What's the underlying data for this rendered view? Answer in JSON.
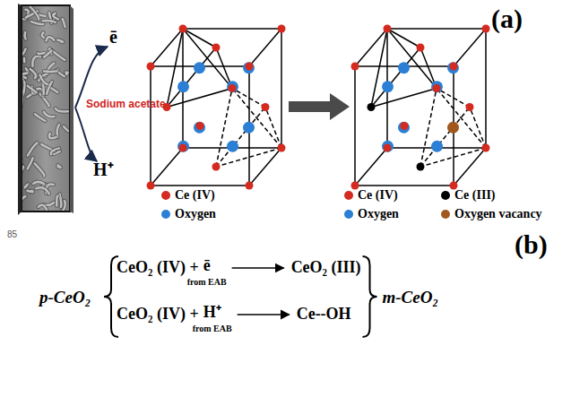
{
  "diagram": {
    "labels": [
      "(a)",
      "ē",
      "Sodium acetate",
      "H⁺",
      "85",
      "(b)",
      "p-CeO₂",
      "CeO₂ (IV) +",
      "ē",
      "from EAB",
      "CeO₂ (III)",
      "CeO₂ (IV) +",
      "H⁺",
      "from EAB",
      "Ce--OH",
      "m-CeO₂"
    ],
    "legend": [
      {
        "text": "Ce (IV)",
        "color": "#d42a1f"
      },
      {
        "text": "Oxygen",
        "color": "#2b7fd4"
      },
      {
        "text": "Ce (IV)",
        "color": "#d42a1f"
      },
      {
        "text": "Ce (III)",
        "color": "#000000"
      },
      {
        "text": "Oxygen",
        "color": "#2b7fd4"
      },
      {
        "text": "Oxygen vacancy",
        "color": "#a0581e"
      }
    ]
  }
}
